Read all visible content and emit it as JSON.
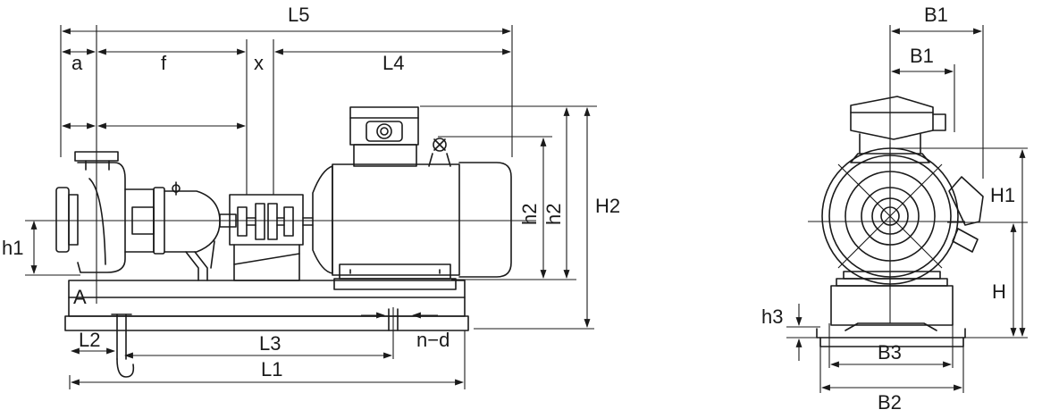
{
  "labels": {
    "L5": "L5",
    "a": "a",
    "f": "f",
    "x": "x",
    "L4": "L4",
    "h1": "h1",
    "A": "A",
    "h2_inner": "h2",
    "h2_outer": "h2",
    "H2": "H2",
    "L2": "L2",
    "L3": "L3",
    "L1": "L1",
    "nd": "n−d",
    "B1_top": "B1",
    "B1_mid": "B1",
    "H1": "H1",
    "H": "H",
    "h3": "h3",
    "B3": "B3",
    "B2": "B2"
  },
  "colors": {
    "line": "#1a1a1a",
    "background": "#ffffff"
  }
}
